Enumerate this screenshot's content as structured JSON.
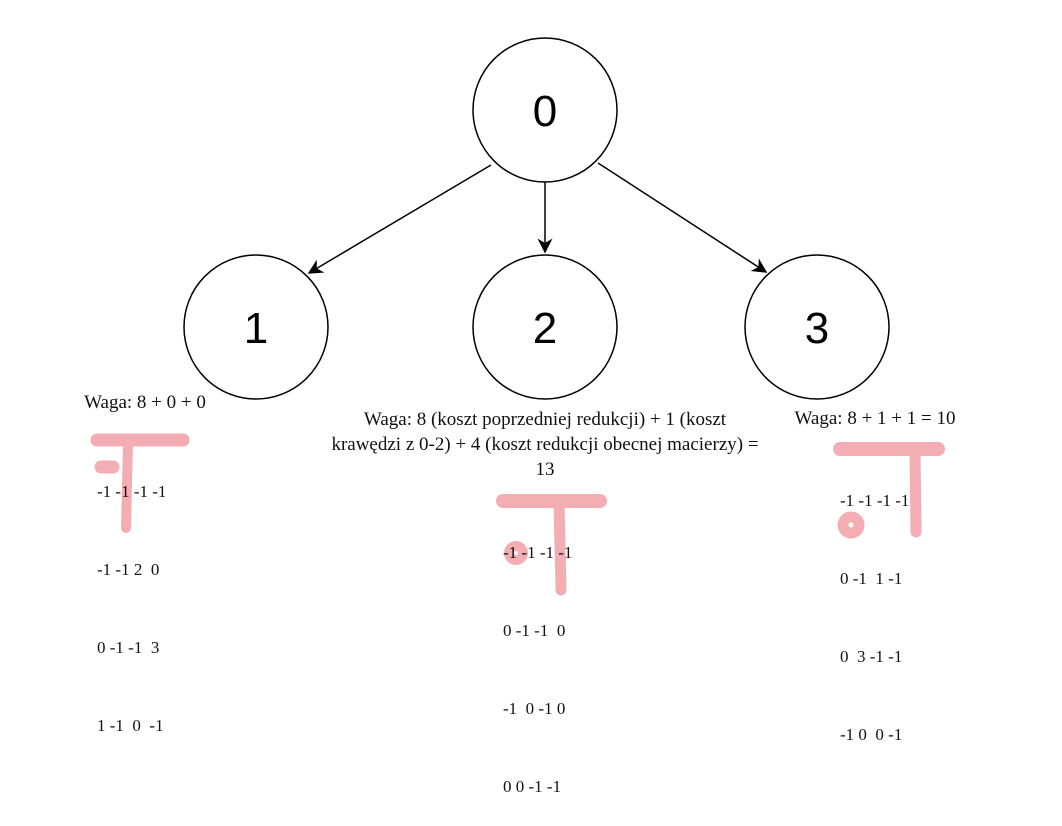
{
  "nodes": [
    {
      "id": "node-0",
      "label": "0"
    },
    {
      "id": "node-1",
      "label": "1"
    },
    {
      "id": "node-2",
      "label": "2"
    },
    {
      "id": "node-3",
      "label": "3"
    }
  ],
  "edges": [
    {
      "from": "0",
      "to": "1"
    },
    {
      "from": "0",
      "to": "2"
    },
    {
      "from": "0",
      "to": "3"
    }
  ],
  "captions": {
    "node1": "Waga: 8 + 0 + 0",
    "node2": "Waga: 8 (koszt poprzedniej redukcji) + 1 (koszt krawędzi z 0-2) + 4 (koszt redukcji obecnej macierzy) = 13",
    "node3": "Waga: 8 + 1 + 1 = 10"
  },
  "matrices": {
    "node1": [
      "-1 -1 -1 -1",
      "-1 -1 2  0",
      "0 -1 -1  3",
      "1 -1  0  -1"
    ],
    "node2": [
      "-1 -1 -1 -1",
      "0 -1 -1  0",
      "-1  0 -1 0",
      "0 0 -1 -1"
    ],
    "node3": [
      "-1 -1 -1 -1",
      "0 -1  1 -1",
      "0  3 -1 -1",
      "-1 0  0 -1"
    ]
  },
  "highlight_color": "#f2a0a6"
}
